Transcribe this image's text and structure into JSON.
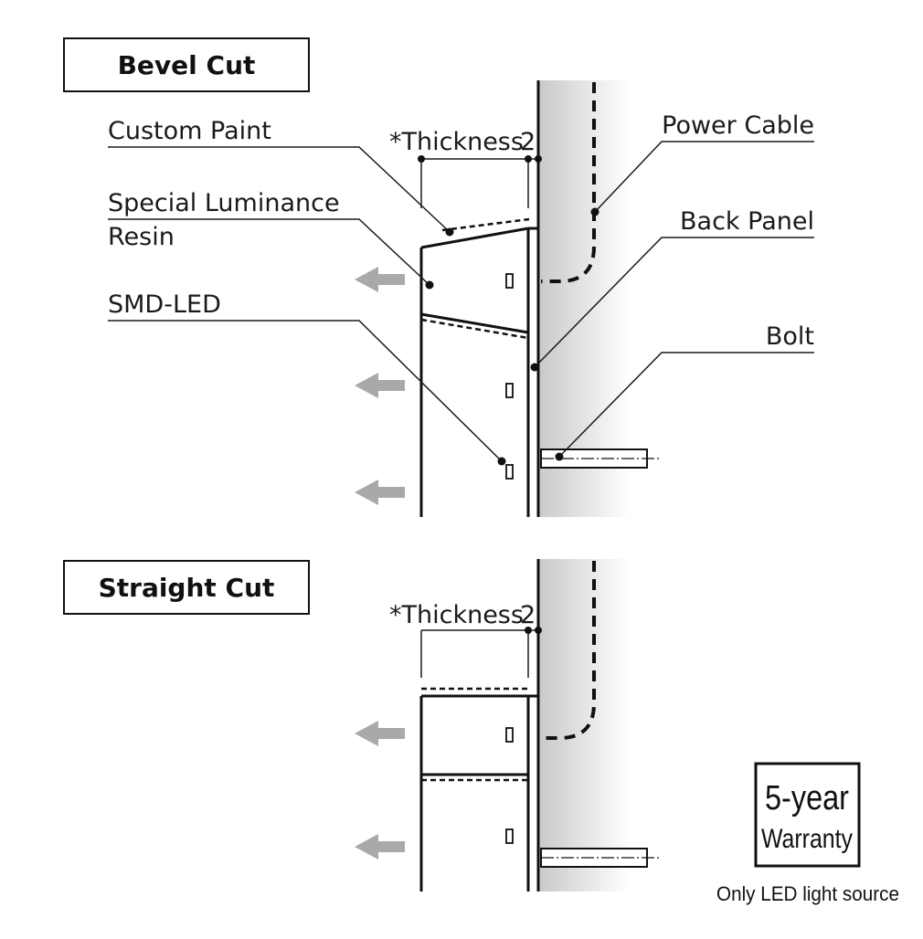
{
  "sections": {
    "bevel_title": "Bevel Cut",
    "straight_title": "Straight Cut"
  },
  "labels": {
    "custom_paint": "Custom Paint",
    "special_luminance_line1": "Special Luminance",
    "special_luminance_line2": "Resin",
    "smd_led": "SMD-LED",
    "power_cable": "Power Cable",
    "back_panel": "Back Panel",
    "bolt": "Bolt",
    "thickness_bevel": "*Thickness",
    "thickness_bevel_num": "2",
    "thickness_straight": "*Thickness",
    "thickness_straight_num": "2"
  },
  "warranty": {
    "line1": "5-year",
    "line2": "Warranty",
    "note": "Only LED light source"
  },
  "colors": {
    "line": "#1a1a1a",
    "arrow": "#a9a9a9",
    "wall_gradient_start": "#c8c8c8",
    "wall_gradient_end": "#ffffff"
  }
}
